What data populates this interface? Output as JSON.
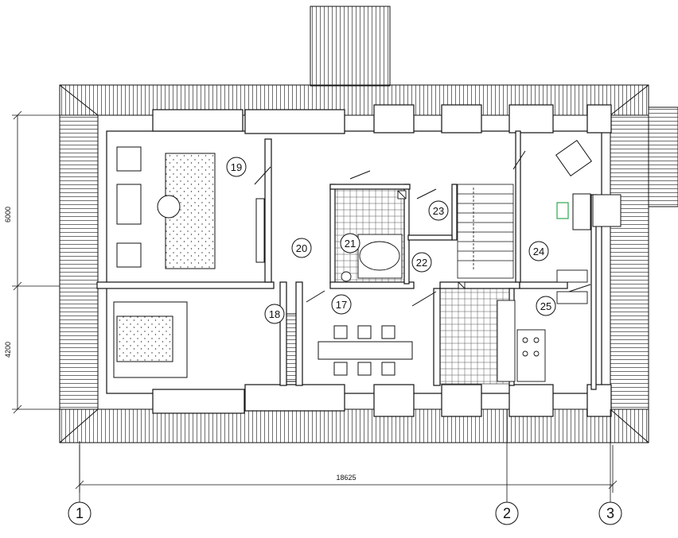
{
  "rooms": {
    "r17": "17",
    "r18": "18",
    "r19": "19",
    "r20": "20",
    "r21": "21",
    "r22": "22",
    "r23": "23",
    "r24": "24",
    "r25": "25"
  },
  "dimensions": {
    "overall_width": "18625",
    "upper_height": "6000",
    "lower_height": "4200"
  },
  "axes": {
    "a1": "1",
    "a2": "2",
    "a3": "3"
  },
  "colors": {
    "line": "#111111",
    "accent_green": "#2fa84f"
  }
}
